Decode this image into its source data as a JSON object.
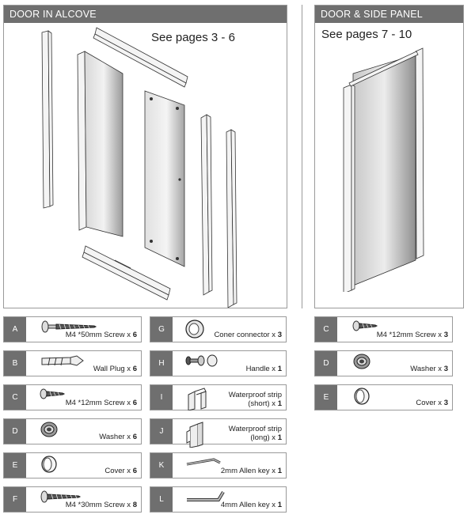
{
  "alcove": {
    "title": "DOOR IN ALCOVE",
    "pages": "See pages 3 - 6"
  },
  "side_panel": {
    "title": "DOOR & SIDE PANEL",
    "pages": "See pages 7 - 10"
  },
  "alcove_parts_left": [
    {
      "letter": "A",
      "name": "M4 *50mm Screw x",
      "qty": "6",
      "icon": "long-screw-icon"
    },
    {
      "letter": "B",
      "name": "Wall Plug x",
      "qty": "6",
      "icon": "wall-plug-icon"
    },
    {
      "letter": "C",
      "name": "M4 *12mm Screw x",
      "qty": "6",
      "icon": "short-screw-icon"
    },
    {
      "letter": "D",
      "name": "Washer x",
      "qty": "6",
      "icon": "washer-icon"
    },
    {
      "letter": "E",
      "name": "Cover x",
      "qty": "6",
      "icon": "cover-icon"
    },
    {
      "letter": "F",
      "name": "M4 *30mm Screw x",
      "qty": "8",
      "icon": "medium-screw-icon"
    }
  ],
  "alcove_parts_right": [
    {
      "letter": "G",
      "name": "Coner connector x",
      "qty": "3",
      "icon": "corner-connector-icon"
    },
    {
      "letter": "H",
      "name": "Handle x",
      "qty": "1",
      "icon": "handle-icon"
    },
    {
      "letter": "I",
      "name_line1": "Waterproof strip",
      "name_line2": "(short) x",
      "qty": "1",
      "icon": "waterproof-strip-short-icon"
    },
    {
      "letter": "J",
      "name_line1": "Waterproof strip",
      "name_line2": "(long) x",
      "qty": "1",
      "icon": "waterproof-strip-long-icon"
    },
    {
      "letter": "K",
      "name": "2mm Allen key x",
      "qty": "1",
      "icon": "allen-key-small-icon"
    },
    {
      "letter": "L",
      "name": "4mm Allen key x",
      "qty": "1",
      "icon": "allen-key-large-icon"
    }
  ],
  "side_panel_parts": [
    {
      "letter": "C",
      "name": "M4 *12mm Screw x",
      "qty": "3",
      "icon": "short-screw-icon"
    },
    {
      "letter": "D",
      "name": "Washer x",
      "qty": "3",
      "icon": "washer-icon"
    },
    {
      "letter": "E",
      "name": "Cover x",
      "qty": "3",
      "icon": "cover-icon"
    }
  ]
}
